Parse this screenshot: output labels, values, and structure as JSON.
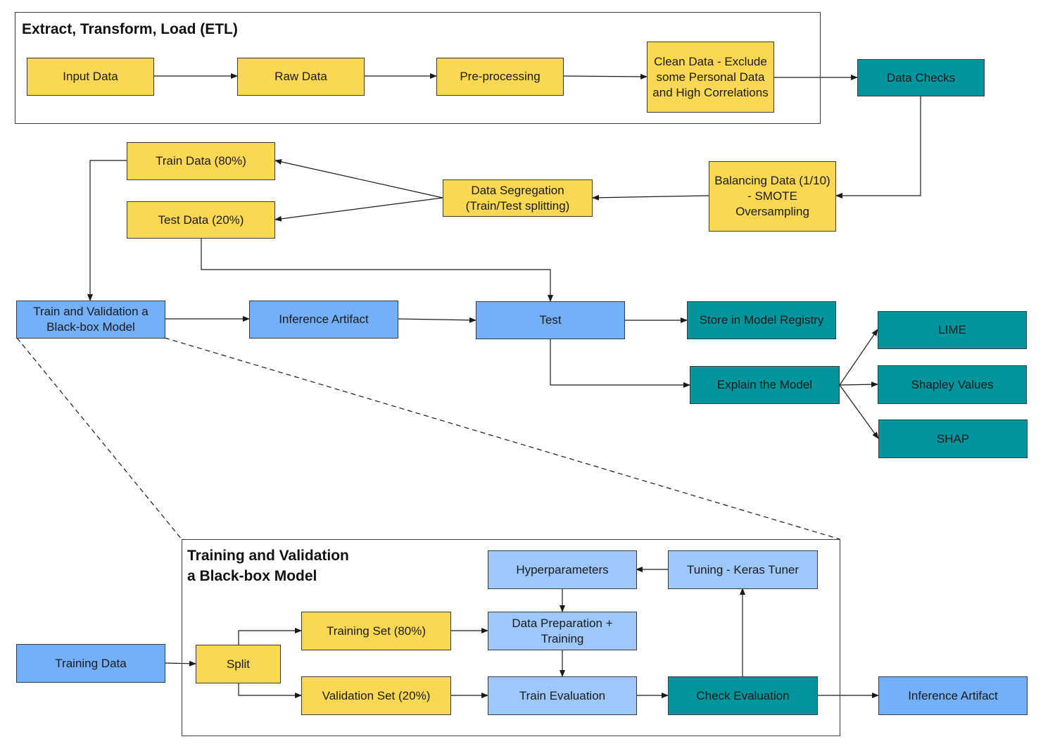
{
  "groups": {
    "etl_title": "Extract, Transform, Load (ETL)",
    "training_title_line1": "Training and Validation",
    "training_title_line2": "a Black-box Model"
  },
  "nodes": {
    "input_data": "Input Data",
    "raw_data": "Raw Data",
    "pre_processing": "Pre-processing",
    "clean_data": "Clean Data - Exclude some Personal Data and High Correlations",
    "data_checks": "Data Checks",
    "balancing_data": "Balancing Data (1/10) - SMOTE Oversampling",
    "data_segregation": "Data Segregation (Train/Test splitting)",
    "train_data": "Train Data (80%)",
    "test_data": "Test Data (20%)",
    "train_validation_model": "Train and Validation a Black-box Model",
    "inference_artifact": "Inference Artifact",
    "test": "Test",
    "store_registry": "Store in Model Registry",
    "explain_model": "Explain the Model",
    "lime": "LIME",
    "shapley_values": "Shapley Values",
    "shap": "SHAP",
    "hyperparameters": "Hyperparameters",
    "tuning_keras": "Tuning - Keras Tuner",
    "training_data": "Training Data",
    "split": "Split",
    "training_set": "Training Set (80%)",
    "data_prep_training": "Data Preparation + Training",
    "validation_set": "Validation Set (20%)",
    "train_evaluation": "Train Evaluation",
    "check_evaluation": "Check Evaluation",
    "inference_artifact_final": "Inference Artifact"
  },
  "colors": {
    "yellow": "#fad853",
    "teal": "#00959d",
    "blue": "#74b0fa",
    "light_blue": "#9ec8fb",
    "line": "#1a1a1a"
  }
}
